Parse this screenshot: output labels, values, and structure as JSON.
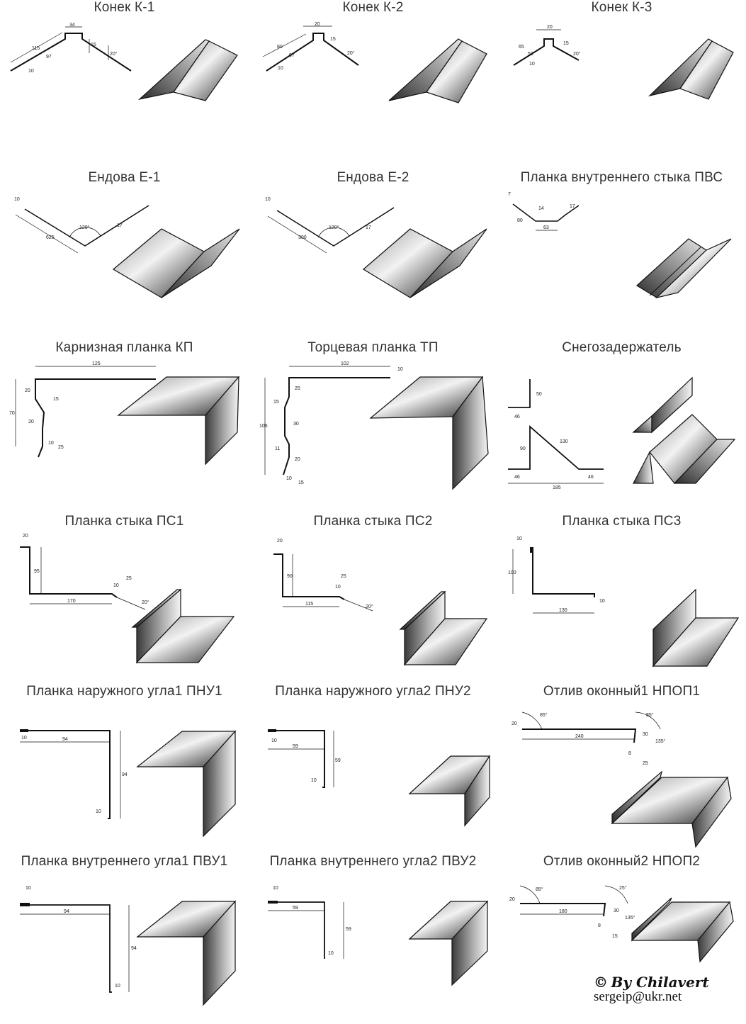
{
  "page": {
    "corner_mark": "▬ ▬ ▬"
  },
  "panels": [
    {
      "id": "k1",
      "title": "Конек К-1",
      "dims": [
        "34",
        "15",
        "20°",
        "115",
        "97",
        "10"
      ]
    },
    {
      "id": "k2",
      "title": "Конек К-2",
      "dims": [
        "20",
        "15",
        "20°",
        "80",
        "97",
        "10"
      ]
    },
    {
      "id": "k3",
      "title": "Конек К-3",
      "dims": [
        "20",
        "15",
        "20°",
        "65",
        "52",
        "10"
      ]
    },
    {
      "id": "e1",
      "title": "Ендова Е-1",
      "dims": [
        "10",
        "120°",
        "625",
        "17"
      ]
    },
    {
      "id": "e2",
      "title": "Ендова Е-2",
      "dims": [
        "10",
        "120°",
        "300",
        "17"
      ]
    },
    {
      "id": "pvs",
      "title": "Планка внутреннего стыка ПВС",
      "dims": [
        "7",
        "14",
        "80",
        "63",
        "17"
      ]
    },
    {
      "id": "kp",
      "title": "Карнизная планка КП",
      "dims": [
        "125",
        "20",
        "15",
        "70",
        "20",
        "10",
        "25"
      ]
    },
    {
      "id": "tp",
      "title": "Торцевая планка ТП",
      "dims": [
        "102",
        "10",
        "25",
        "15",
        "105",
        "30",
        "11",
        "20",
        "10",
        "15"
      ]
    },
    {
      "id": "sz",
      "title": "Снегозадержатель",
      "dims": [
        "50",
        "46",
        "130",
        "90",
        "46",
        "46",
        "185"
      ]
    },
    {
      "id": "ps1",
      "title": "Планка стыка ПС1",
      "dims": [
        "20",
        "95",
        "25",
        "10",
        "170",
        "20°"
      ]
    },
    {
      "id": "ps2",
      "title": "Планка стыка ПС2",
      "dims": [
        "20",
        "90",
        "25",
        "10",
        "115",
        "20°"
      ]
    },
    {
      "id": "ps3",
      "title": "Планка стыка ПС3",
      "dims": [
        "10",
        "100",
        "10",
        "130"
      ]
    },
    {
      "id": "pnu1",
      "title": "Планка наружного угла1 ПНУ1",
      "dims": [
        "10",
        "94",
        "94",
        "10"
      ]
    },
    {
      "id": "pnu2",
      "title": "Планка наружного угла2 ПНУ2",
      "dims": [
        "10",
        "59",
        "59",
        "10"
      ]
    },
    {
      "id": "npop1",
      "title": "Отлив оконный1 НПОП1",
      "dims": [
        "20",
        "85°",
        "240",
        "85°",
        "30",
        "135°",
        "8",
        "25"
      ]
    },
    {
      "id": "pvu1",
      "title": "Планка внутреннего угла1 ПВУ1",
      "dims": [
        "10",
        "94",
        "94",
        "10"
      ]
    },
    {
      "id": "pvu2",
      "title": "Планка внутреннего угла2 ПВУ2",
      "dims": [
        "10",
        "59",
        "59",
        "10"
      ]
    },
    {
      "id": "npop2",
      "title": "Отлив оконный2 НПОП2",
      "dims": [
        "20",
        "85°",
        "180",
        "25°",
        "30",
        "135°",
        "8",
        "15"
      ]
    }
  ],
  "signature": {
    "copyright_symbol": "©",
    "author": "By Chilavert",
    "email": "sergeip@ukr.net"
  }
}
